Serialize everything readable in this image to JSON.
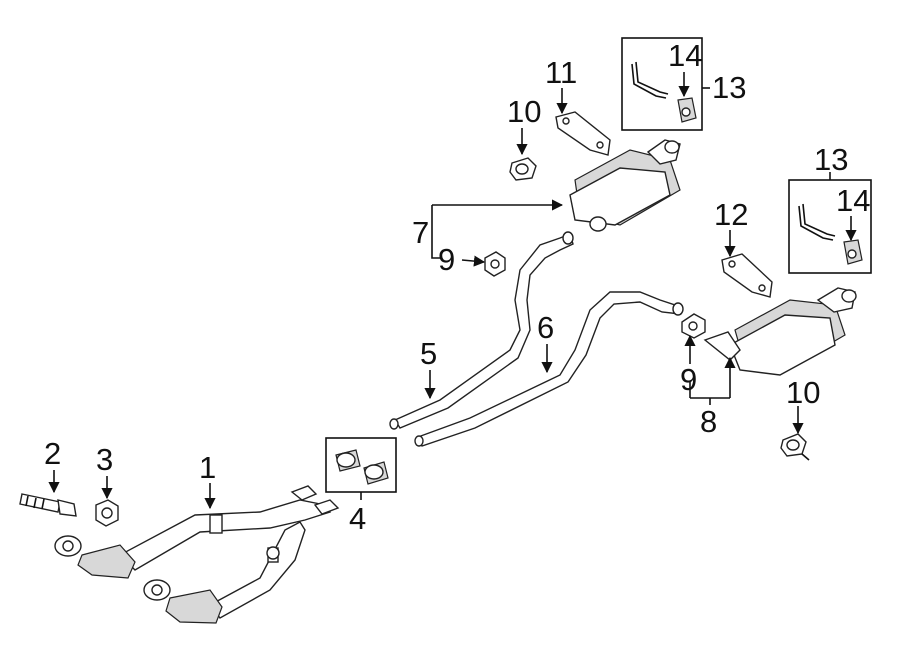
{
  "diagram": {
    "callouts": {
      "c1": "1",
      "c2": "2",
      "c3": "3",
      "c4": "4",
      "c5": "5",
      "c6": "6",
      "c7": "7",
      "c8": "8",
      "c9a": "9",
      "c9b": "9",
      "c10a": "10",
      "c10b": "10",
      "c11": "11",
      "c12": "12",
      "c13a": "13",
      "c13b": "13",
      "c14a": "14",
      "c14b": "14"
    }
  }
}
